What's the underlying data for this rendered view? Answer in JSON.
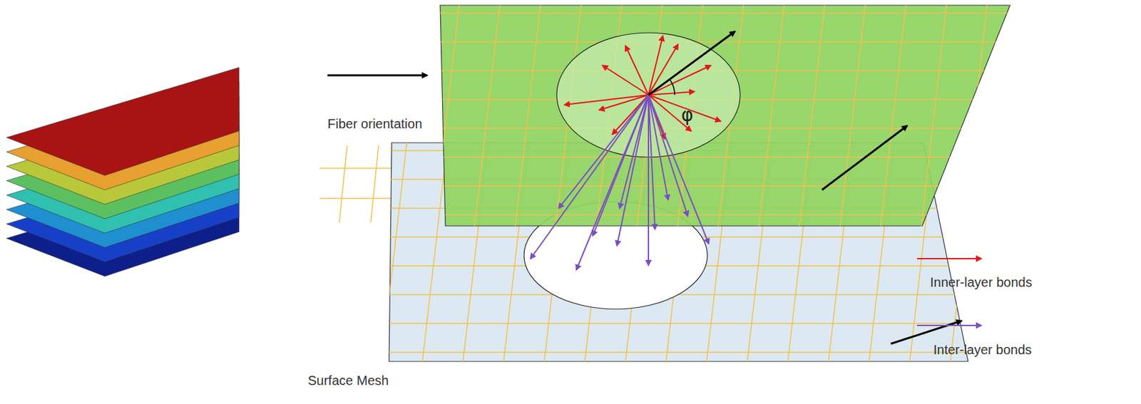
{
  "diagram": {
    "labels": [
      "Fiber orientation",
      "Surface Mesh",
      "φ"
    ],
    "legend": [
      {
        "text": "Inner-layer bonds"
      },
      {
        "text": "Inter-layer bonds"
      }
    ]
  }
}
